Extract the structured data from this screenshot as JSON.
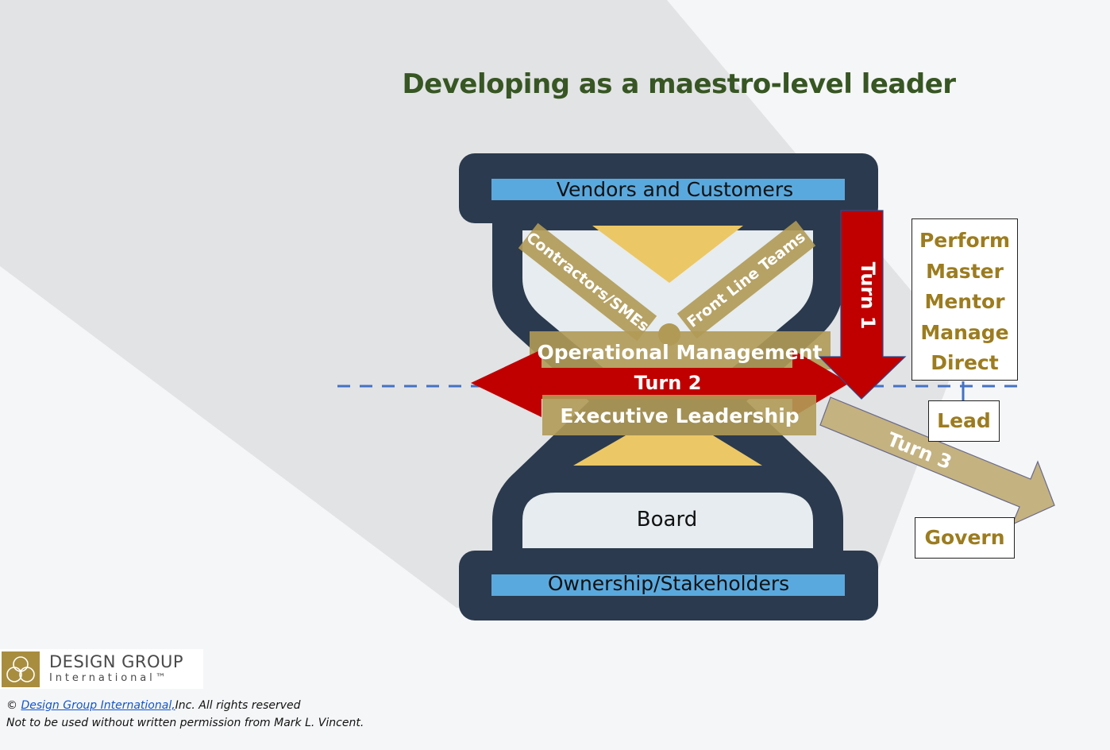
{
  "title": "Developing as a maestro-level leader",
  "hourglass": {
    "top_band": "Vendors and Customers",
    "bottom_band": "Ownership/Stakeholders",
    "lower_chamber": "Board",
    "diagonal_left": "Contractors/SMEs",
    "diagonal_right": "Front Line Teams",
    "middle_upper": "Operational Management",
    "middle_lower": "Executive Leadership"
  },
  "turns": {
    "turn1": "Turn 1",
    "turn2": "Turn 2",
    "turn3": "Turn 3"
  },
  "roles": {
    "list": [
      "Perform",
      "Master",
      "Mentor",
      "Manage",
      "Direct"
    ],
    "lead": "Lead",
    "govern": "Govern"
  },
  "logo": {
    "name": "DESIGN GROUP",
    "subtitle": "International™"
  },
  "footer": {
    "copyright_prefix": "©",
    "copyright_link": "Design Group International,",
    "copyright_suffix": "Inc. All rights reserved",
    "notice": "Not to be used without written permission from Mark L. Vincent."
  },
  "colors": {
    "title_green": "#375623",
    "hourglass_navy": "#2b3a4e",
    "band_blue": "#5aa9de",
    "sand_yellow": "#ecc765",
    "tan_label": "#b09a55",
    "turn_red": "#c00000",
    "role_gold": "#9c7c1f",
    "divider_blue": "#4472c4"
  }
}
